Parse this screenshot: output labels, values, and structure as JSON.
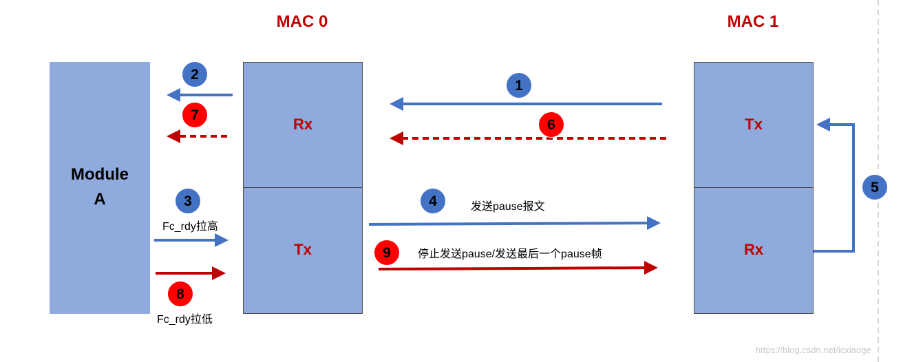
{
  "mac0": {
    "title": "MAC 0",
    "rx": "Rx",
    "tx": "Tx"
  },
  "mac1": {
    "title": "MAC 1",
    "tx": "Tx",
    "rx": "Rx"
  },
  "module": {
    "line1": "Module",
    "line2": "A"
  },
  "steps": {
    "s1": "1",
    "s2": "2",
    "s3": "3",
    "s4": "4",
    "s5": "5",
    "s6": "6",
    "s7": "7",
    "s8": "8",
    "s9": "9"
  },
  "notes": {
    "fc_rdy_high": "Fc_rdy拉高",
    "fc_rdy_low": "Fc_rdy拉低",
    "send_pause": "发送pause报文",
    "stop_pause": "停止发送pause/发送最后一个pause帧"
  },
  "watermark": "https://blog.csdn.net/icxiaoge",
  "colors": {
    "box_fill": "#8faadc",
    "blue_arrow": "#4472c4",
    "red_arrow": "#c00000",
    "red_badge": "#ff0000"
  }
}
